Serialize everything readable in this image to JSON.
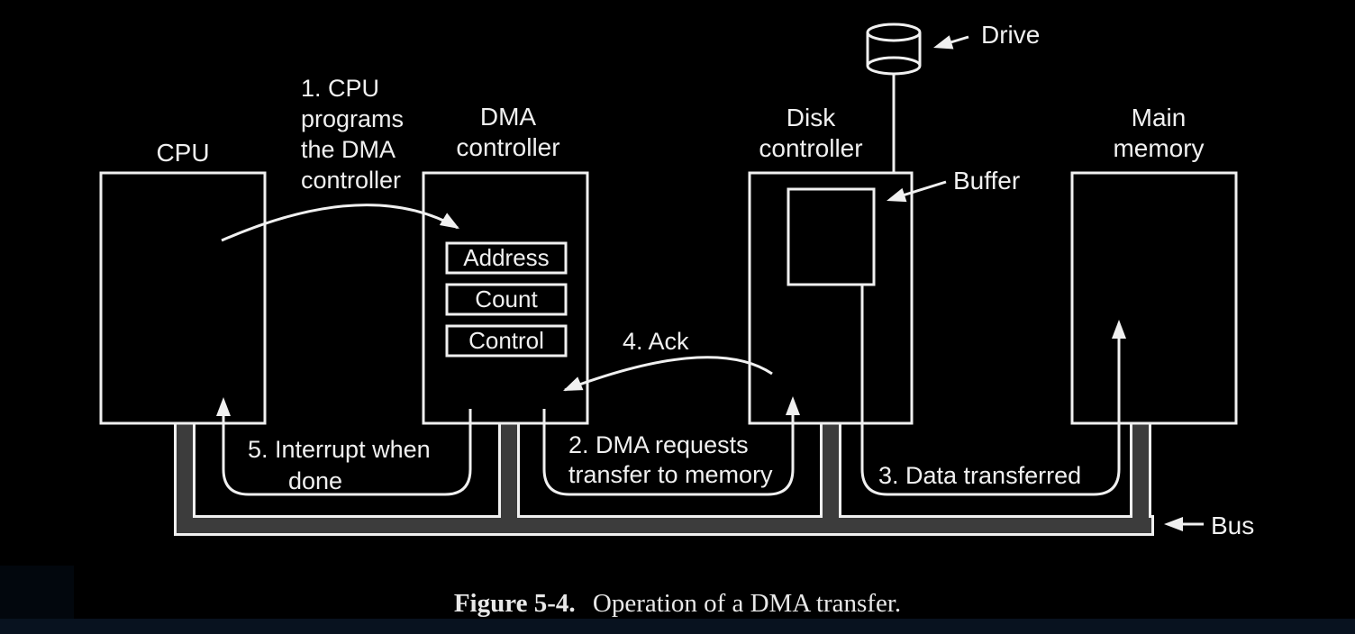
{
  "figure": {
    "caption": {
      "prefix": "Figure 5-4.",
      "text": "Operation of a DMA transfer."
    }
  },
  "components": {
    "cpu": {
      "label": "CPU"
    },
    "dma_controller": {
      "label": [
        "DMA",
        "controller"
      ],
      "registers": [
        "Address",
        "Count",
        "Control"
      ]
    },
    "disk_controller": {
      "label": [
        "Disk",
        "controller"
      ]
    },
    "main_memory": {
      "label": [
        "Main",
        "memory"
      ]
    },
    "drive": {
      "label": "Drive"
    },
    "buffer": {
      "label": "Buffer"
    },
    "bus": {
      "label": "Bus"
    }
  },
  "steps": [
    {
      "lines": [
        "1. CPU",
        "programs",
        "the DMA",
        "controller"
      ]
    },
    {
      "lines": [
        "2. DMA requests",
        "transfer to memory"
      ]
    },
    {
      "lines": [
        "3. Data transferred"
      ]
    },
    {
      "lines": [
        "4. Ack"
      ]
    },
    {
      "lines": [
        "5. Interrupt when",
        "done"
      ]
    }
  ],
  "colors": {
    "background": "#000000",
    "diagram_line": "#f0f0f0",
    "bus_fill": "#3c3c3c",
    "bottom_strip": "#08121f"
  }
}
